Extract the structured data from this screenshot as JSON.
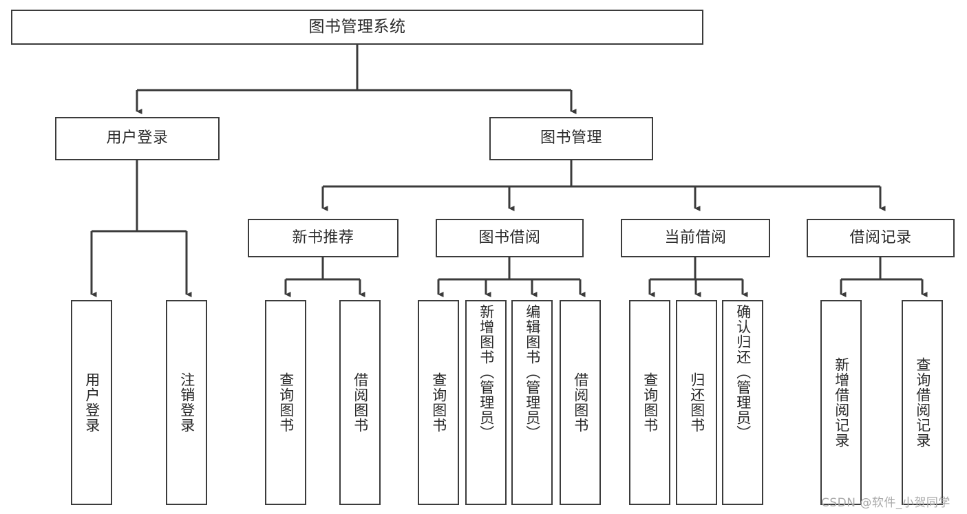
{
  "diagram": {
    "title": "图书管理系统",
    "type": "hierarchy-tree",
    "watermark": "CSDN @软件_小贺同学",
    "colors": {
      "box_border": "#3b3b3b",
      "box_fill": "#ffffff",
      "line": "#3b3b3b",
      "text": "#2a2a2a",
      "watermark": "#a9a9a9"
    },
    "nodes": {
      "root": {
        "label": "图书管理系统"
      },
      "level2": [
        {
          "id": "user-login",
          "label": "用户登录"
        },
        {
          "id": "book-manage",
          "label": "图书管理"
        }
      ],
      "level3": [
        {
          "id": "new-book-recommend",
          "label": "新书推荐"
        },
        {
          "id": "book-borrow",
          "label": "图书借阅"
        },
        {
          "id": "current-borrow",
          "label": "当前借阅"
        },
        {
          "id": "borrow-record",
          "label": "借阅记录"
        }
      ],
      "leaves": {
        "user_login": [
          {
            "id": "leaf-user-login",
            "label": "用户登录"
          },
          {
            "id": "leaf-logout-login",
            "label": "注销登录"
          }
        ],
        "new_book_recommend": [
          {
            "id": "leaf-query-book-1",
            "label": "查询图书"
          },
          {
            "id": "leaf-borrow-book-1",
            "label": "借阅图书"
          }
        ],
        "book_borrow": [
          {
            "id": "leaf-query-book-2",
            "label": "查询图书"
          },
          {
            "id": "leaf-add-book",
            "label": "新增图书（管理员）"
          },
          {
            "id": "leaf-edit-book",
            "label": "编辑图书（管理员）"
          },
          {
            "id": "leaf-borrow-book-2",
            "label": "借阅图书"
          }
        ],
        "current_borrow": [
          {
            "id": "leaf-query-book-3",
            "label": "查询图书"
          },
          {
            "id": "leaf-return-book",
            "label": "归还图书"
          },
          {
            "id": "leaf-confirm-return",
            "label": "确认归还（管理员）"
          }
        ],
        "borrow_record": [
          {
            "id": "leaf-add-record",
            "label": "新增借阅记录"
          },
          {
            "id": "leaf-query-record",
            "label": "查询借阅记录"
          }
        ]
      }
    }
  }
}
